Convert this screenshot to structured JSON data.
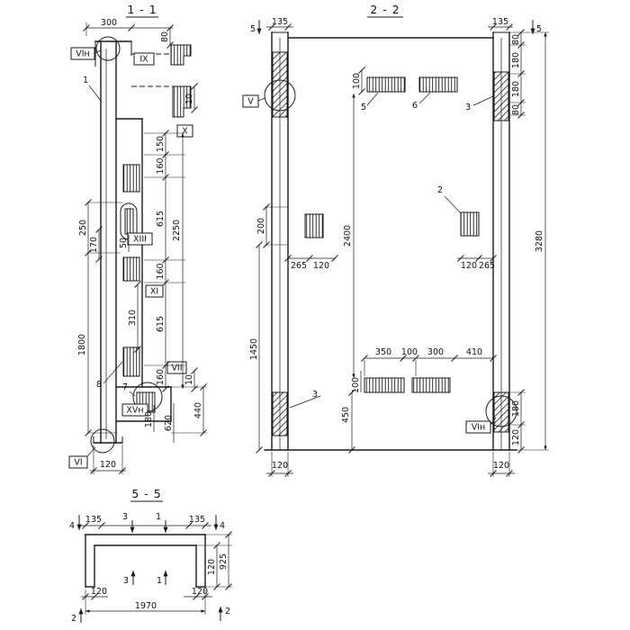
{
  "drawing": {
    "colors": {
      "ink": "#1a1a1a",
      "bg": "#ffffff"
    },
    "views": {
      "v11": {
        "title": "1 - 1",
        "dims": {
          "w300": "300",
          "h80": "80",
          "t10": "10",
          "c150": "150",
          "c160a": "160",
          "c615a": "615",
          "c160b": "160",
          "c615b": "615",
          "c160c": "160",
          "o2250": "2250",
          "l250": "250",
          "l170": "170",
          "l50": "50",
          "l310": "310",
          "l1800": "1800",
          "b10": "10",
          "b440": "440",
          "b620": "620",
          "b180": "180",
          "b120": "120"
        },
        "markers": {
          "vih": "VIн",
          "ix": "IX",
          "x": "X",
          "xiii": "XIII",
          "xi": "XI",
          "vii": "VII",
          "xvh": "XVн",
          "vi": "VI"
        },
        "parts": {
          "p1": "1",
          "p7": "7",
          "p8": "8"
        }
      },
      "v22": {
        "title": "2 - 2",
        "dims": {
          "tl135": "135",
          "tr135": "135",
          "r80a": "80",
          "r180a": "180",
          "r180b": "180",
          "r80b": "80",
          "o3280": "3280",
          "rb180": "180",
          "rb120": "120",
          "t100": "100",
          "l200": "200",
          "l1450": "1450",
          "i2400": "2400",
          "ml265": "265",
          "ml120": "120",
          "mr120": "120",
          "mr265": "265",
          "b350": "350",
          "b100": "100",
          "b300": "300",
          "b410": "410",
          "lb100": "100",
          "i450": "450",
          "bl120": "120",
          "br120": "120"
        },
        "markers": {
          "s5l": "5",
          "s5r": "5",
          "v": "V",
          "vih": "VIн"
        },
        "parts": {
          "p5": "5",
          "p6": "6",
          "p3t": "3",
          "p2": "2",
          "p3b": "3"
        }
      },
      "v55": {
        "title": "5 - 5",
        "dims": {
          "l135": "135",
          "r135": "135",
          "r120": "120",
          "r925": "925",
          "bl120": "120",
          "br120": "120",
          "w1970": "1970"
        },
        "markers": {
          "m4l": "4",
          "m4r": "4",
          "m3t": "3",
          "m1t": "1",
          "m3b": "3",
          "m1b": "1",
          "m2l": "2",
          "m2r": "2"
        }
      }
    }
  }
}
